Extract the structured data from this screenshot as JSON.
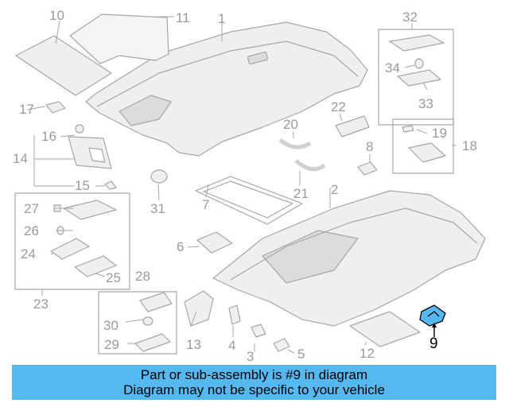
{
  "callouts": {
    "c1": "1",
    "c2": "2",
    "c3": "3",
    "c4": "4",
    "c5": "5",
    "c6": "6",
    "c7": "7",
    "c8": "8",
    "c9": "9",
    "c10": "10",
    "c11": "11",
    "c12": "12",
    "c13": "13",
    "c14": "14",
    "c15": "15",
    "c16": "16",
    "c17": "17",
    "c18": "18",
    "c19": "19",
    "c20": "20",
    "c21": "21",
    "c22": "22",
    "c23": "23",
    "c24": "24",
    "c25": "25",
    "c26": "26",
    "c27": "27",
    "c28": "28",
    "c29": "29",
    "c30": "30",
    "c31": "31",
    "c32": "32",
    "c33": "33",
    "c34": "34"
  },
  "highlighted_part": "9",
  "colors": {
    "line": "#a6a6a6",
    "part_fill": "#e9e9e9",
    "highlight_fill": "#55b9f0",
    "caption_bg": "#55b9f0"
  },
  "caption": {
    "line1": "Part or sub-assembly is #9 in diagram",
    "line2": "Diagram may not be specific to your vehicle"
  }
}
